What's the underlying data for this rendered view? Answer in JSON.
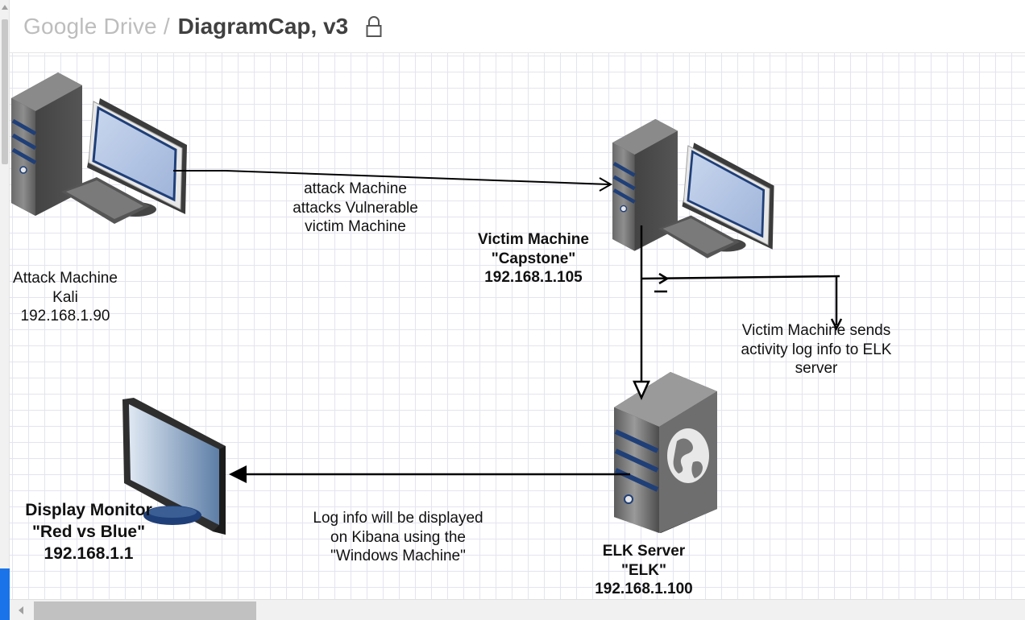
{
  "header": {
    "breadcrumb_root": "Google Drive",
    "breadcrumb_separator": "/",
    "document_title": "DiagramCap, v3",
    "lock_icon": "lock-icon"
  },
  "diagram": {
    "nodes": {
      "attack_machine": {
        "icon": "desktop-computer-icon",
        "label_lines": [
          "Attack Machine",
          "Kali",
          "192.168.1.90"
        ]
      },
      "victim_machine": {
        "icon": "desktop-computer-icon",
        "label_lines": [
          "Victim Machine",
          "\"Capstone\"",
          "192.168.1.105"
        ]
      },
      "elk_server": {
        "icon": "web-server-globe-icon",
        "label_lines": [
          "ELK Server",
          "\"ELK\"",
          "192.168.1.100"
        ]
      },
      "display_monitor": {
        "icon": "monitor-icon",
        "label_lines": [
          "Display Monitor",
          "\"Red vs Blue\"",
          "192.168.1.1"
        ]
      }
    },
    "edges": {
      "attack": {
        "label_lines": [
          "attack Machine",
          "attacks Vulnerable",
          "victim Machine"
        ]
      },
      "logs_to_elk": {
        "label_lines": [
          "Victim Machine sends",
          "activity log info to ELK",
          "server"
        ]
      },
      "kibana_display": {
        "label_lines": [
          "Log info will be displayed",
          "on Kibana using the",
          "\"Windows Machine\""
        ]
      }
    }
  },
  "colors": {
    "grid": "#e4e4ee",
    "title_text": "#404040",
    "breadcrumb_text": "#bdbdbd",
    "server_dark": "#4a4a4a",
    "server_stripe": "#1f3f78",
    "screen_blue": "#b6c8e8"
  }
}
